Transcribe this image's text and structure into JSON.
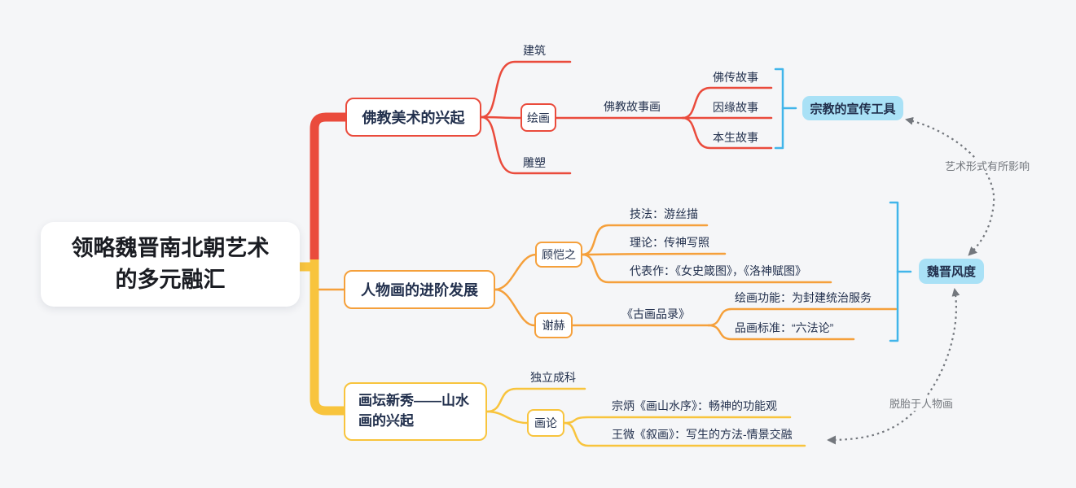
{
  "colors": {
    "background": "#f5f6f8",
    "red": "#ea4b3c",
    "orange": "#f5a03b",
    "yellow": "#f8c43d",
    "cyan_fill": "#a9e1f6",
    "bracket_blue": "#41b5ea",
    "node_text": "#22304d",
    "relation_gray": "#73777d"
  },
  "root": {
    "label": "领略魏晋南北朝艺术\n的多元融汇"
  },
  "buddhist": {
    "label": "佛教美术的兴起",
    "architecture": "建筑",
    "painting": "绘画",
    "sculpture": "雕塑",
    "story_painting": "佛教故事画",
    "stories": [
      "佛传故事",
      "因缘故事",
      "本生故事"
    ],
    "summary": "宗教的宣传工具"
  },
  "figure_painting": {
    "label": "人物画的进阶发展",
    "gu_kaizhi": {
      "label": "顾恺之",
      "technique": "技法：游丝描",
      "theory": "理论：传神写照",
      "works": "代表作：《女史箴图》，《洛神赋图》"
    },
    "xie_he": {
      "label": "谢赫",
      "book": "《古画品录》",
      "function": "绘画功能：为封建统治服务",
      "standard": "品画标准：“六法论”"
    },
    "summary": "魏晋风度"
  },
  "landscape": {
    "label": "画坛新秀——山水\n画的兴起",
    "independent": "独立成科",
    "theory": "画论",
    "zong_bing": "宗炳《画山水序》：畅神的功能观",
    "wang_wei": "王微《叙画》：写生的方法-情景交融"
  },
  "relations": {
    "influence": "艺术形式有所影响",
    "origin": "脱胎于人物画"
  }
}
